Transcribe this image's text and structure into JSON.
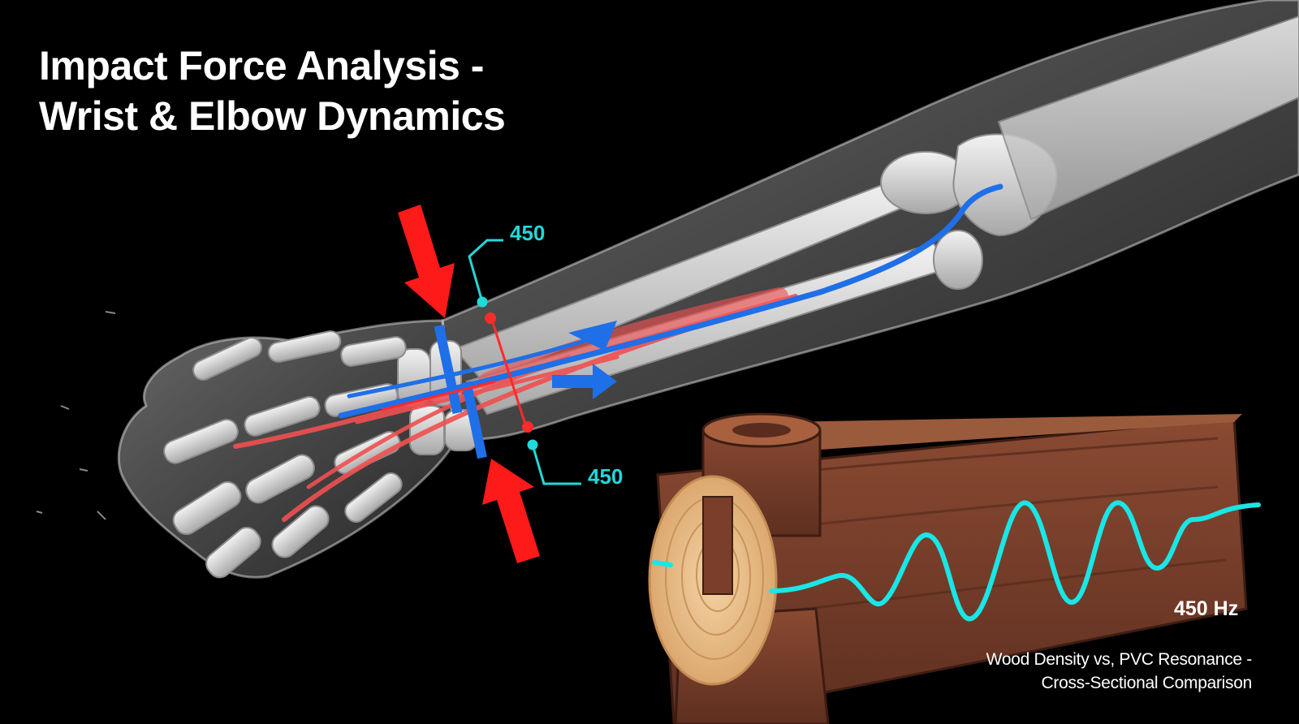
{
  "title": {
    "line1": "Impact Force Analysis -",
    "line2": "Wrist & Elbow Dynamics"
  },
  "callouts": {
    "upper": "450",
    "lower": "450"
  },
  "wood": {
    "frequency_label": "450 Hz",
    "caption_line1": "Wood Density vs, PVC Resonance -",
    "caption_line2": "Cross-Sectional Comparison"
  },
  "colors": {
    "background": "#000000",
    "force_arrow": "#ff1a1a",
    "callout": "#22d8d8",
    "waveform": "#19e6e6",
    "nerve": "#1f6fe8",
    "muscle": "#f05050",
    "bone": "#d9d9d9",
    "wood_bark": "#7a3e2a",
    "wood_end_grain": "#e8bd87"
  }
}
